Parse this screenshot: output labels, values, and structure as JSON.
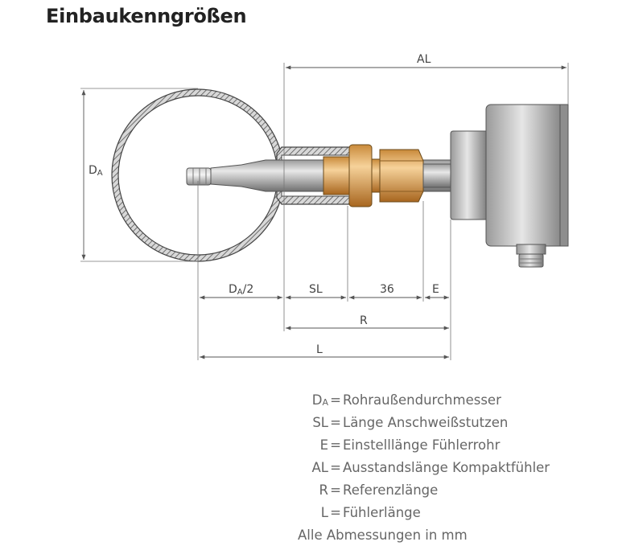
{
  "title": "Einbaukenngrößen",
  "dimensions": {
    "da_main": "D",
    "da_sub": "A",
    "al": "AL",
    "half_da_main": "D",
    "half_da_sub": "A",
    "half_da_suffix": "/2",
    "sl": "SL",
    "thread": "36",
    "e": "E",
    "r": "R",
    "l": "L"
  },
  "legend": {
    "items": [
      {
        "symbol": "D",
        "sub": "A",
        "text": "Rohraußendurchmesser"
      },
      {
        "symbol": "SL",
        "sub": "",
        "text": "Länge Anschweißstutzen"
      },
      {
        "symbol": "E",
        "sub": "",
        "text": "Einstelllänge Fühlerrohr"
      },
      {
        "symbol": "AL",
        "sub": "",
        "text": "Ausstandslänge Kompaktfühler"
      },
      {
        "symbol": "R",
        "sub": "",
        "text": "Referenzlänge"
      },
      {
        "symbol": "L",
        "sub": "",
        "text": "Fühlerlänge"
      }
    ],
    "equals": "=",
    "note": "Alle Abmessungen in mm"
  }
}
